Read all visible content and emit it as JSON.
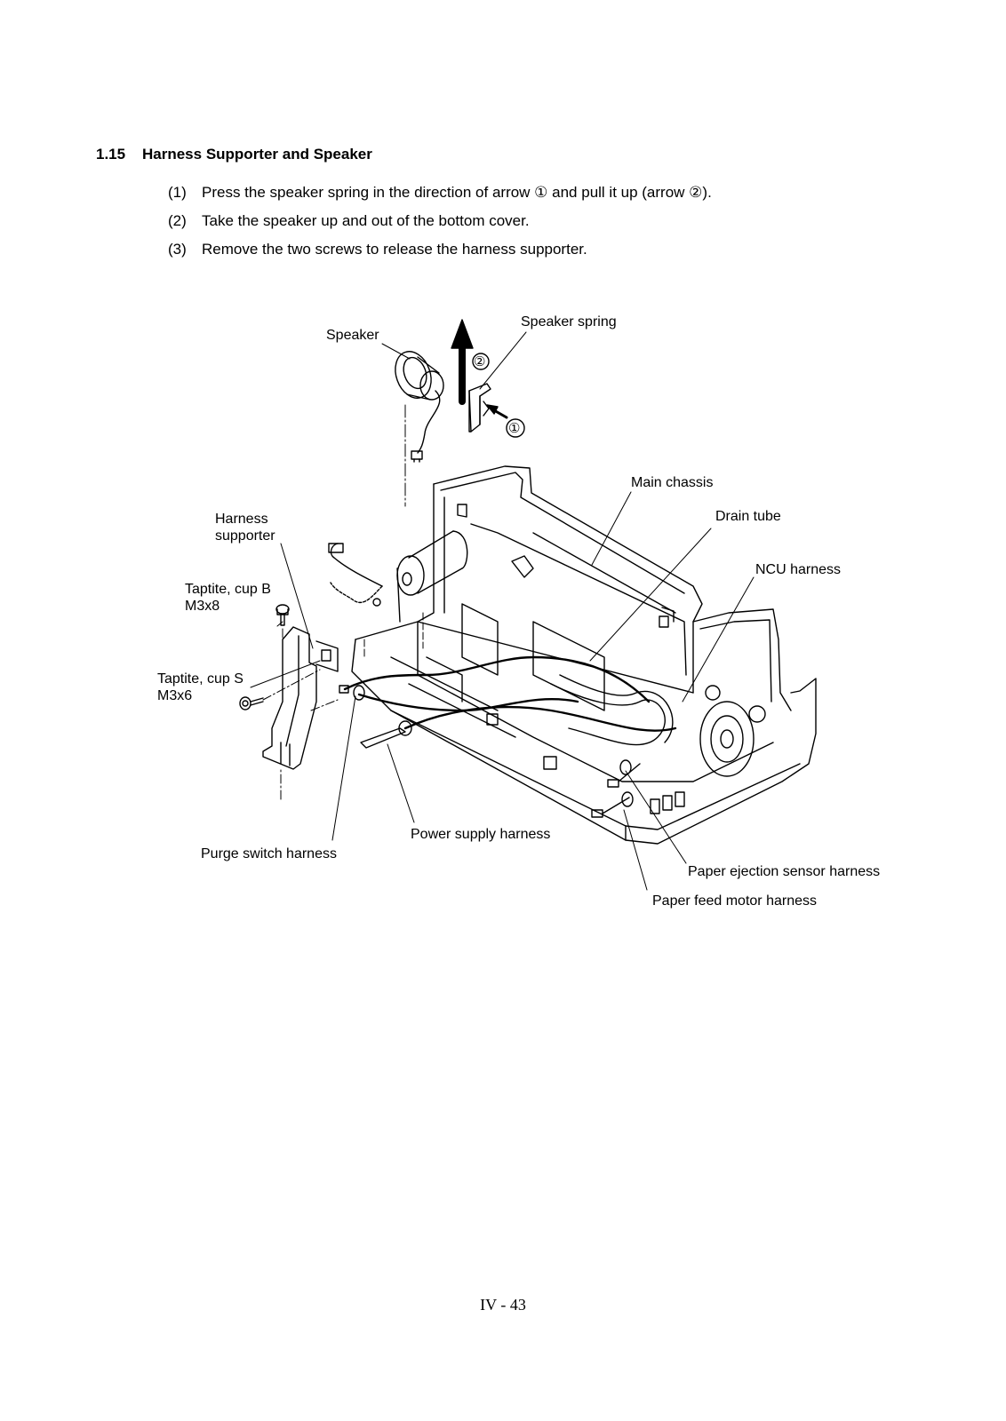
{
  "section": {
    "number": "1.15",
    "title": "Harness Supporter and Speaker"
  },
  "steps": [
    {
      "num": "(1)",
      "text": "Press the speaker spring in the direction of arrow ① and pull it up (arrow ②)."
    },
    {
      "num": "(2)",
      "text": "Take the speaker up and out of the bottom cover."
    },
    {
      "num": "(3)",
      "text": "Remove the two screws to release the harness supporter."
    }
  ],
  "figure": {
    "labels": {
      "speaker": "Speaker",
      "speaker_spring": "Speaker spring",
      "arrow2": "②",
      "arrow1": "①",
      "main_chassis": "Main chassis",
      "harness_supporter_1": "Harness",
      "harness_supporter_2": "supporter",
      "drain_tube": "Drain tube",
      "ncu_harness": "NCU harness",
      "taptite_b_1": "Taptite, cup B",
      "taptite_b_2": "M3x8",
      "taptite_s_1": "Taptite, cup S",
      "taptite_s_2": "M3x6",
      "power_supply_harness": "Power supply harness",
      "purge_switch_harness": "Purge switch harness",
      "paper_ejection_sensor_harness": "Paper ejection sensor harness",
      "paper_feed_motor_harness": "Paper feed motor harness"
    }
  },
  "footer": {
    "page": "IV - 43"
  }
}
